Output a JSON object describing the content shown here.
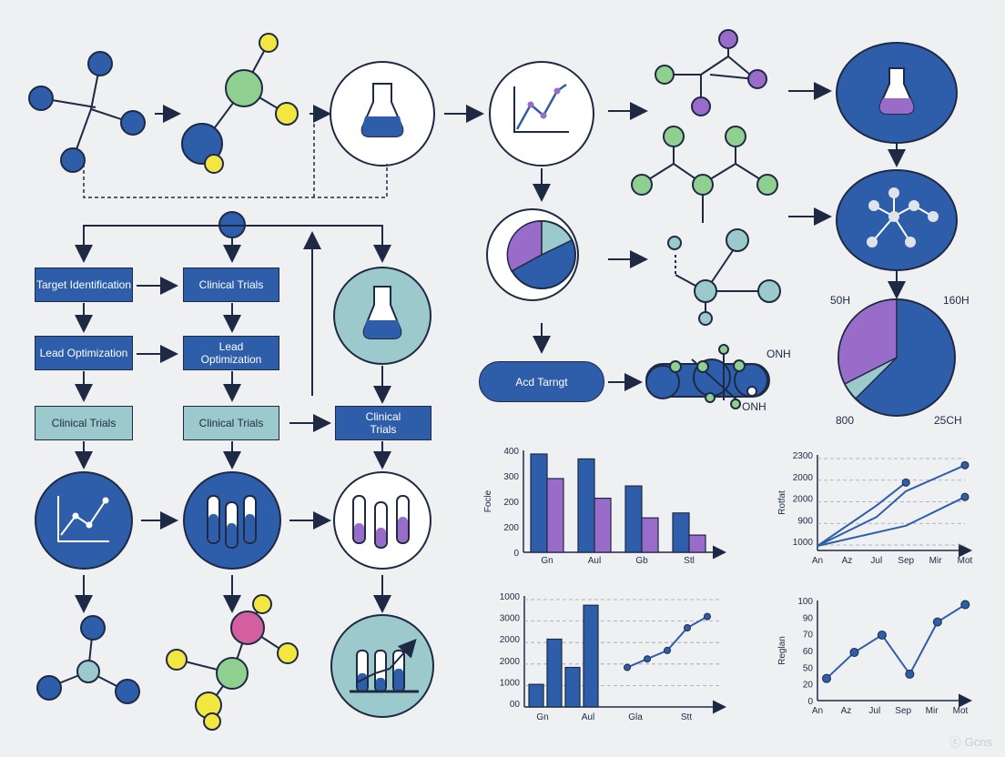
{
  "colors": {
    "navy": "#2e5eaa",
    "teal": "#9cc9cc",
    "purple": "#9a6cc9",
    "green": "#8fcf8f",
    "yellow": "#f2e640",
    "pink": "#d45fa0",
    "outline": "#1e2a44",
    "background": "#eef0f1"
  },
  "flow": {
    "col1": [
      "Target Identification",
      "Lead Optimization",
      "Clinical Trials"
    ],
    "col2": [
      "Clinical Trials",
      "Lead\nOptimization",
      "Clinical Trials"
    ],
    "col3": "Clinical\nTrials"
  },
  "pill_label": "Acd Tarngt",
  "molecule_labels": {
    "top": "ONH",
    "bottom": "ONH"
  },
  "pie_labels": {
    "top_left": "50H",
    "top_right": "160H",
    "bottom_left": "800",
    "bottom_right": "25CH"
  },
  "watermark": "ⓒ Gcns",
  "icons": [
    "molecule-icon",
    "flask-icon",
    "line-chart-icon",
    "pie-chart-icon",
    "test-tubes-icon"
  ],
  "chart_data": [
    {
      "type": "bar",
      "ylabel": "Focle",
      "categories": [
        "Gn",
        "Aul",
        "Gb",
        "Stl"
      ],
      "yticks": [
        "400",
        "300",
        "200",
        "200",
        "0"
      ],
      "series": [
        {
          "values": [
            400,
            380,
            270,
            160
          ],
          "color": "#2e5eaa"
        },
        {
          "values": [
            300,
            220,
            140,
            70
          ],
          "color": "#9a6cc9"
        }
      ]
    },
    {
      "type": "line",
      "ylabel": "Rotfat",
      "xticks": [
        "An",
        "Az",
        "Jul",
        "Sep",
        "Mir",
        "Mot"
      ],
      "yticks": [
        "2300",
        "2000",
        "2000",
        "900",
        "1000"
      ],
      "series": [
        {
          "values": [
            0,
            1000,
            1900,
            2800
          ],
          "x": [
            0,
            2,
            3,
            5
          ]
        },
        {
          "values": [
            0,
            1400,
            2200
          ],
          "x": [
            0,
            2,
            3
          ]
        },
        {
          "values": [
            0,
            700,
            1700
          ],
          "x": [
            0,
            3,
            5
          ]
        }
      ]
    },
    {
      "type": "bar",
      "categories": [
        "Gn",
        "Aul",
        "Gla",
        "Stt"
      ],
      "yticks": [
        "1000",
        "3000",
        "2000",
        "2000",
        "1000",
        "00"
      ],
      "bars": [
        800,
        2400,
        1400,
        3600
      ],
      "line": [
        1400,
        1700,
        2000,
        2800,
        3200
      ]
    },
    {
      "type": "line",
      "ylabel": "Reglan",
      "xticks": [
        "An",
        "Az",
        "Jul",
        "Sep",
        "Mir",
        "Mot"
      ],
      "yticks": [
        "100",
        "90",
        "70",
        "60",
        "50",
        "20",
        "0"
      ],
      "values": [
        15,
        45,
        65,
        20,
        80,
        100
      ]
    }
  ]
}
